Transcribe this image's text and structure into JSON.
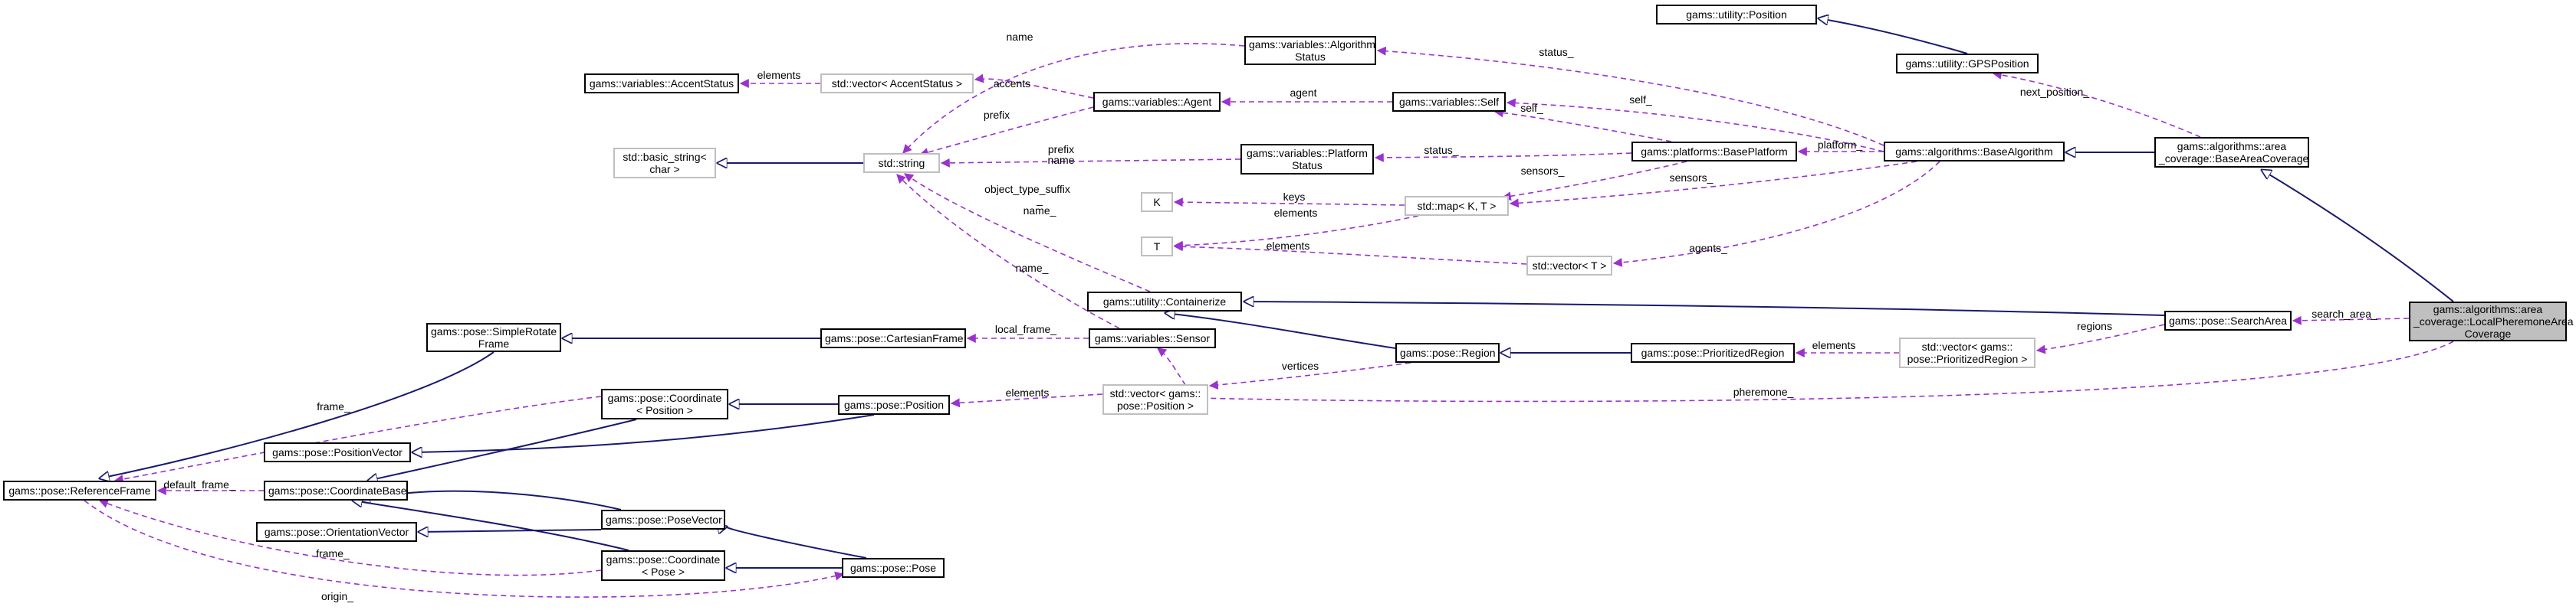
{
  "colors": {
    "inheritance": "#191970",
    "usage": "#9a32cd",
    "node_border": "#000000",
    "external_border": "#bfbfbf",
    "focus_fill": "#bfbfbf",
    "background": "#ffffff"
  },
  "nodes": [
    {
      "id": "utility_position",
      "lines": [
        "gams::utility::Position"
      ]
    },
    {
      "id": "algorithm_status",
      "lines": [
        "gams::variables::Algorithm",
        "Status"
      ]
    },
    {
      "id": "gpsposition",
      "lines": [
        "gams::utility::GPSPosition"
      ]
    },
    {
      "id": "accentstatus",
      "lines": [
        "gams::variables::AccentStatus"
      ]
    },
    {
      "id": "vector_accentstatus",
      "lines": [
        "std::vector< AccentStatus >"
      ]
    },
    {
      "id": "agent",
      "lines": [
        "gams::variables::Agent"
      ]
    },
    {
      "id": "self",
      "lines": [
        "gams::variables::Self"
      ]
    },
    {
      "id": "basic_string",
      "lines": [
        "std::basic_string<",
        "char >"
      ]
    },
    {
      "id": "std_string",
      "lines": [
        "std::string"
      ]
    },
    {
      "id": "platform_status",
      "lines": [
        "gams::variables::Platform",
        "Status"
      ]
    },
    {
      "id": "base_platform",
      "lines": [
        "gams::platforms::BasePlatform"
      ]
    },
    {
      "id": "base_algorithm",
      "lines": [
        "gams::algorithms::BaseAlgorithm"
      ]
    },
    {
      "id": "base_area_coverage",
      "lines": [
        "gams::algorithms::area",
        "_coverage::BaseAreaCoverage"
      ]
    },
    {
      "id": "K",
      "lines": [
        "K"
      ]
    },
    {
      "id": "map_kt",
      "lines": [
        "std::map< K, T >"
      ]
    },
    {
      "id": "T",
      "lines": [
        "T"
      ]
    },
    {
      "id": "vector_t",
      "lines": [
        "std::vector< T >"
      ]
    },
    {
      "id": "containerize",
      "lines": [
        "gams::utility::Containerize"
      ]
    },
    {
      "id": "search_area",
      "lines": [
        "gams::pose::SearchArea"
      ]
    },
    {
      "id": "lpac",
      "lines": [
        "gams::algorithms::area",
        "_coverage::LocalPheremoneArea",
        "Coverage"
      ]
    },
    {
      "id": "simple_rotate_frame",
      "lines": [
        "gams::pose::SimpleRotate",
        "Frame"
      ]
    },
    {
      "id": "cartesian_frame",
      "lines": [
        "gams::pose::CartesianFrame"
      ]
    },
    {
      "id": "sensor",
      "lines": [
        "gams::variables::Sensor"
      ]
    },
    {
      "id": "region",
      "lines": [
        "gams::pose::Region"
      ]
    },
    {
      "id": "prioritized_region",
      "lines": [
        "gams::pose::PrioritizedRegion"
      ]
    },
    {
      "id": "vector_prioritized_region",
      "lines": [
        "std::vector< gams::",
        "pose::PrioritizedRegion >"
      ]
    },
    {
      "id": "coord_position",
      "lines": [
        "gams::pose::Coordinate",
        "< Position >"
      ]
    },
    {
      "id": "pose_position",
      "lines": [
        "gams::pose::Position"
      ]
    },
    {
      "id": "vector_position",
      "lines": [
        "std::vector< gams::",
        "pose::Position >"
      ]
    },
    {
      "id": "position_vector",
      "lines": [
        "gams::pose::PositionVector"
      ]
    },
    {
      "id": "reference_frame",
      "lines": [
        "gams::pose::ReferenceFrame"
      ]
    },
    {
      "id": "coordinate_base",
      "lines": [
        "gams::pose::CoordinateBase"
      ]
    },
    {
      "id": "pose_vector",
      "lines": [
        "gams::pose::PoseVector"
      ]
    },
    {
      "id": "orientation_vector",
      "lines": [
        "gams::pose::OrientationVector"
      ]
    },
    {
      "id": "coord_pose",
      "lines": [
        "gams::pose::Coordinate",
        "< Pose >"
      ]
    },
    {
      "id": "pose",
      "lines": [
        "gams::pose::Pose"
      ]
    }
  ],
  "edge_labels": [
    "name",
    "elements",
    "accents",
    "prefix",
    "agent",
    "status_",
    "self_",
    "self_",
    "next_position_",
    "prefix",
    "name",
    "status_",
    "platform_",
    "sensors_",
    "sensors_",
    "keys",
    "elements",
    "object_type_suffix",
    "_",
    "name_",
    "elements",
    "agents_",
    "name_",
    "local_frame_",
    "search_area_",
    "regions",
    "elements",
    "vertices",
    "pheremone_",
    "frame_",
    "elements",
    "default_frame_",
    "frame_",
    "origin_"
  ]
}
